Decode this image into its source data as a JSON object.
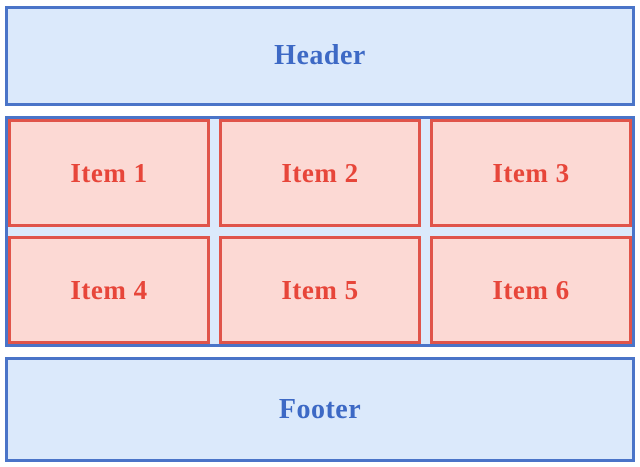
{
  "header": {
    "label": "Header"
  },
  "grid": {
    "items": [
      {
        "label": "Item 1"
      },
      {
        "label": "Item 2"
      },
      {
        "label": "Item 3"
      },
      {
        "label": "Item 4"
      },
      {
        "label": "Item 5"
      },
      {
        "label": "Item 6"
      }
    ]
  },
  "footer": {
    "label": "Footer"
  },
  "colors": {
    "blue_border": "#4a74c8",
    "blue_fill": "#dbe9fb",
    "blue_text": "#3d69c5",
    "red_border": "#e0544a",
    "red_fill": "#fcd9d4",
    "red_text": "#e7463a",
    "page_background": "#ffffff"
  }
}
